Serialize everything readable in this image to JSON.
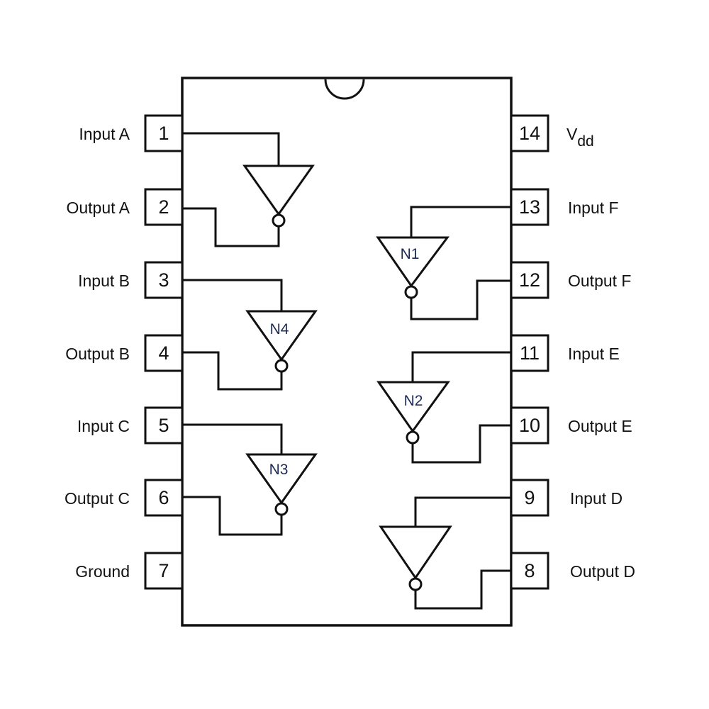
{
  "chip": {
    "left_pins": [
      {
        "number": "1",
        "label": "Input A"
      },
      {
        "number": "2",
        "label": "Output A"
      },
      {
        "number": "3",
        "label": "Input B"
      },
      {
        "number": "4",
        "label": "Output B"
      },
      {
        "number": "5",
        "label": "Input C"
      },
      {
        "number": "6",
        "label": "Output C"
      },
      {
        "number": "7",
        "label": "Ground"
      }
    ],
    "right_pins": [
      {
        "number": "14",
        "label_main": "V",
        "label_sub": "dd"
      },
      {
        "number": "13",
        "label": "Input F"
      },
      {
        "number": "12",
        "label": "Output F"
      },
      {
        "number": "11",
        "label": "Input E"
      },
      {
        "number": "10",
        "label": "Output E"
      },
      {
        "number": "9",
        "label": "Input D"
      },
      {
        "number": "8",
        "label": "Output D"
      }
    ],
    "gates": [
      {
        "id": "gate-a",
        "label": ""
      },
      {
        "id": "gate-b",
        "label": "N4"
      },
      {
        "id": "gate-c",
        "label": "N3"
      },
      {
        "id": "gate-f",
        "label": "N1"
      },
      {
        "id": "gate-e",
        "label": "N2"
      },
      {
        "id": "gate-d",
        "label": ""
      }
    ]
  }
}
